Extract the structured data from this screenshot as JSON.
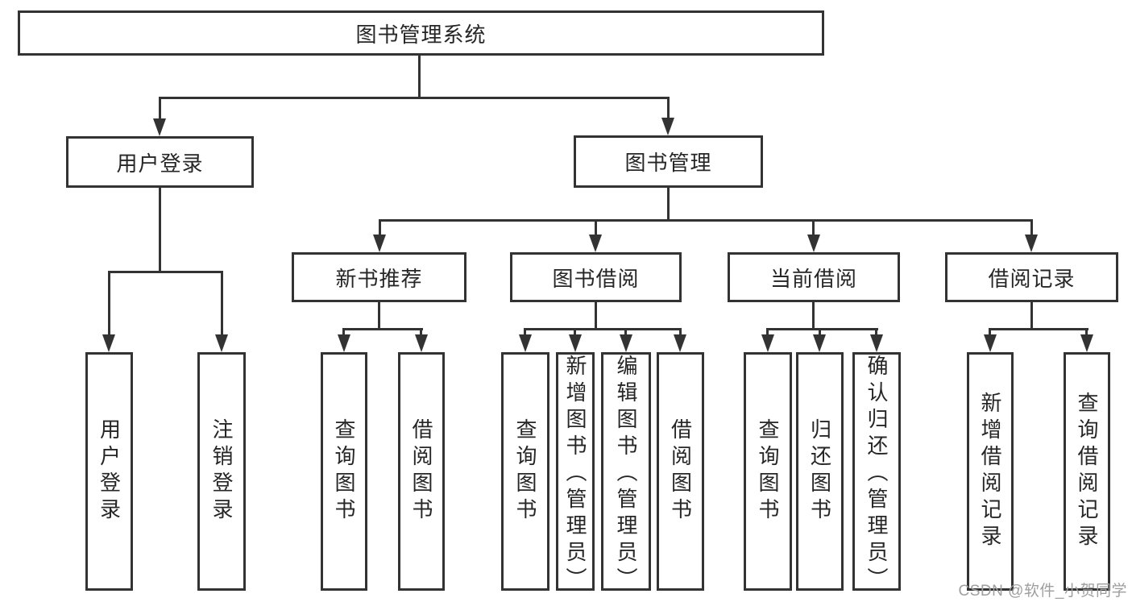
{
  "tree": {
    "label": "图书管理系统",
    "children": [
      {
        "label": "用户登录",
        "children": [
          {
            "label": "用户登录"
          },
          {
            "label": "注销登录"
          }
        ]
      },
      {
        "label": "图书管理",
        "children": [
          {
            "label": "新书推荐",
            "children": [
              {
                "label": "查询图书"
              },
              {
                "label": "借阅图书"
              }
            ]
          },
          {
            "label": "图书借阅",
            "children": [
              {
                "label": "查询图书"
              },
              {
                "label": "新增图书（管理员）"
              },
              {
                "label": "编辑图书（管理员）"
              },
              {
                "label": "借阅图书"
              }
            ]
          },
          {
            "label": "当前借阅",
            "children": [
              {
                "label": "查询图书"
              },
              {
                "label": "归还图书"
              },
              {
                "label": "确认归还（管理员）"
              }
            ]
          },
          {
            "label": "借阅记录",
            "children": [
              {
                "label": "新增借阅记录"
              },
              {
                "label": "查询借阅记录"
              }
            ]
          }
        ]
      }
    ]
  },
  "watermark": {
    "text": "CSDN @软件_小贺同学"
  },
  "colors": {
    "line": "#333333",
    "text": "#262626",
    "background": "#ffffff",
    "watermark_gray": "#9e9e9e"
  }
}
